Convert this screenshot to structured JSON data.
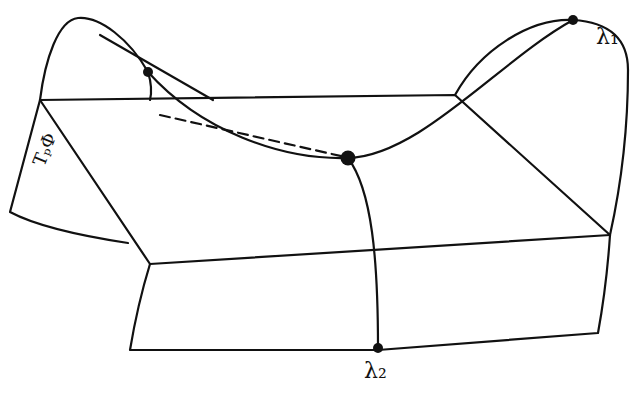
{
  "diagram": {
    "labels": [
      "TₚΦ",
      "λ₁",
      "λ₂"
    ]
  }
}
